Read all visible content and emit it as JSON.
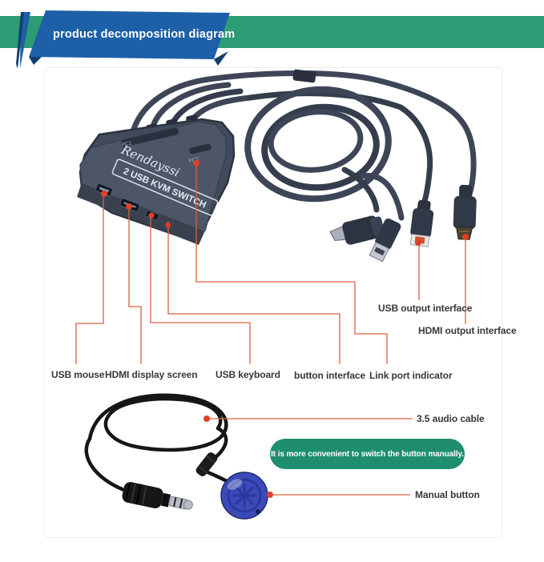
{
  "banner": {
    "title": "product decomposition diagram"
  },
  "device": {
    "brand": "Rendayssi",
    "model": "2 USB KVM SWITCH",
    "pc1": "PC1",
    "pc2": "PC2"
  },
  "callouts": {
    "usb_output": "USB output interface",
    "hdmi_output": "HDMI output interface",
    "usb_mouse": "USB mouse",
    "hdmi_display": "HDMI display screen",
    "usb_keyboard": "USB keyboard",
    "button_interface": "button interface",
    "link_port": "Link port indicator",
    "audio_cable": "3.5 audio cable",
    "manual_button": "Manual button"
  },
  "note": {
    "text": "It is more convenient to switch the button manually."
  },
  "colors": {
    "ribbon_green": "#2b9c74",
    "banner_blue": "#1d60a7",
    "banner_fold": "#123c6b",
    "note_green": "#1e8e6f",
    "leader_line": "#db5f40",
    "marker_red": "#e04028",
    "cable_slate": "#3d4557",
    "device_gray": "#4c5668",
    "button_blue": "#3c4ab8"
  }
}
